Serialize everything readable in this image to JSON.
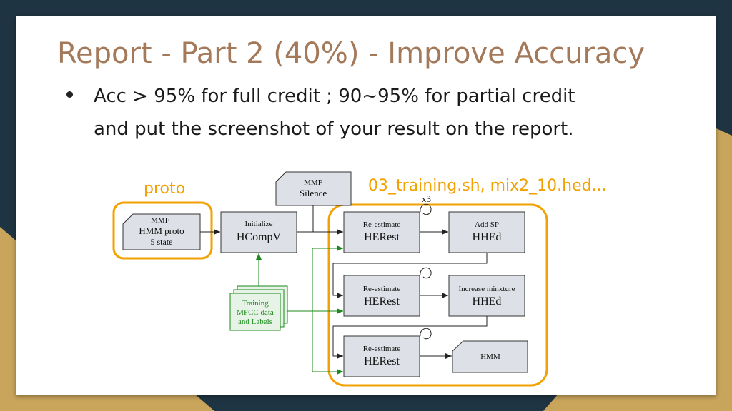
{
  "slide": {
    "title": "Report - Part 2 (40%) - Improve Accuracy",
    "bullet_line1": "Acc > 95% for full credit ; 90~95% for partial credit",
    "bullet_line2": "and put the screenshot of your result on the report."
  },
  "annotations": {
    "proto": "proto",
    "training": "03_training.sh, mix2_10.hed..."
  },
  "diagram": {
    "mmf_hmm": {
      "l1": "MMF",
      "l2": "HMM proto",
      "l3": "5 state"
    },
    "mmf_silence": {
      "l1": "MMF",
      "l2": "Silence"
    },
    "initialize": {
      "l1": "Initialize",
      "l2": "HCompV"
    },
    "reest1": {
      "l1": "Re-estimate",
      "l2": "HERest",
      "loop": "x3"
    },
    "addsp": {
      "l1": "Add SP",
      "l2": "HHEd"
    },
    "reest2": {
      "l1": "Re-estimate",
      "l2": "HERest"
    },
    "mixture": {
      "l1": "Increase minxture",
      "l2": "HHEd"
    },
    "reest3": {
      "l1": "Re-estimate",
      "l2": "HERest"
    },
    "hmm_out": {
      "l1": "HMM"
    },
    "training_data": {
      "l1": "Training",
      "l2": "MFCC data",
      "l3": "and Labels"
    }
  },
  "colors": {
    "accent_orange": "#f2a100",
    "title_brown": "#a3795a",
    "green": "#1a8a1a",
    "box_gray": "#dde0e6"
  }
}
